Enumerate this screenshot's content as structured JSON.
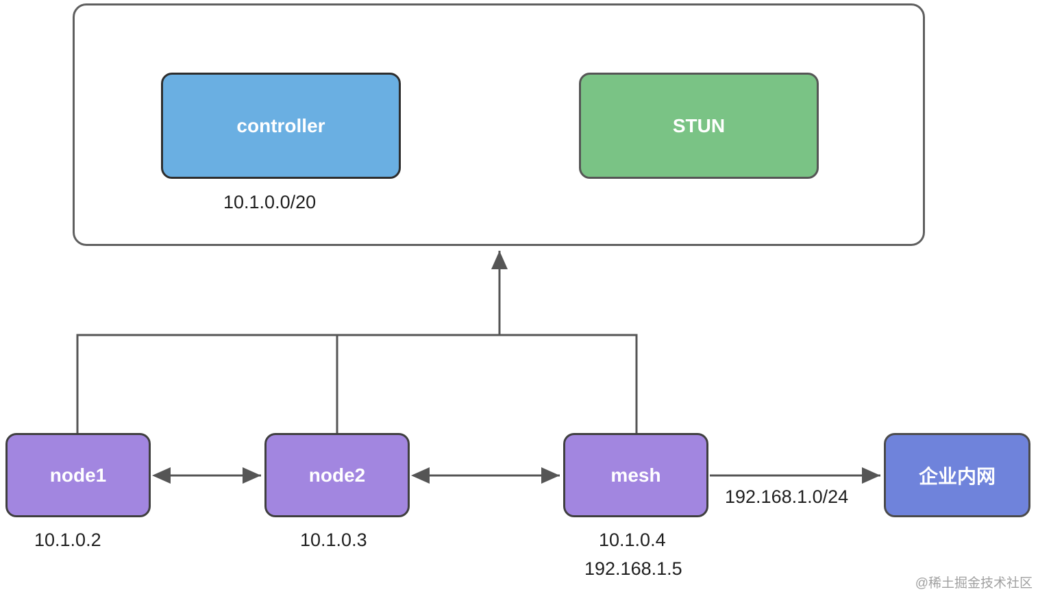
{
  "nodes": {
    "controller": "controller",
    "stun": "STUN",
    "node1": "node1",
    "node2": "node2",
    "mesh": "mesh",
    "intranet": "企业内网"
  },
  "labels": {
    "controller_subnet": "10.1.0.0/20",
    "node1_ip": "10.1.0.2",
    "node2_ip": "10.1.0.3",
    "mesh_ip": "10.1.0.4",
    "mesh_lan_ip": "192.168.1.5",
    "intranet_subnet": "192.168.1.0/24"
  },
  "watermark": "@稀土掘金技术社区",
  "colors": {
    "controller": "#6aafe2",
    "stun": "#7ac385",
    "node": "#a286e0",
    "intranet": "#6f83db",
    "line": "#555555"
  }
}
